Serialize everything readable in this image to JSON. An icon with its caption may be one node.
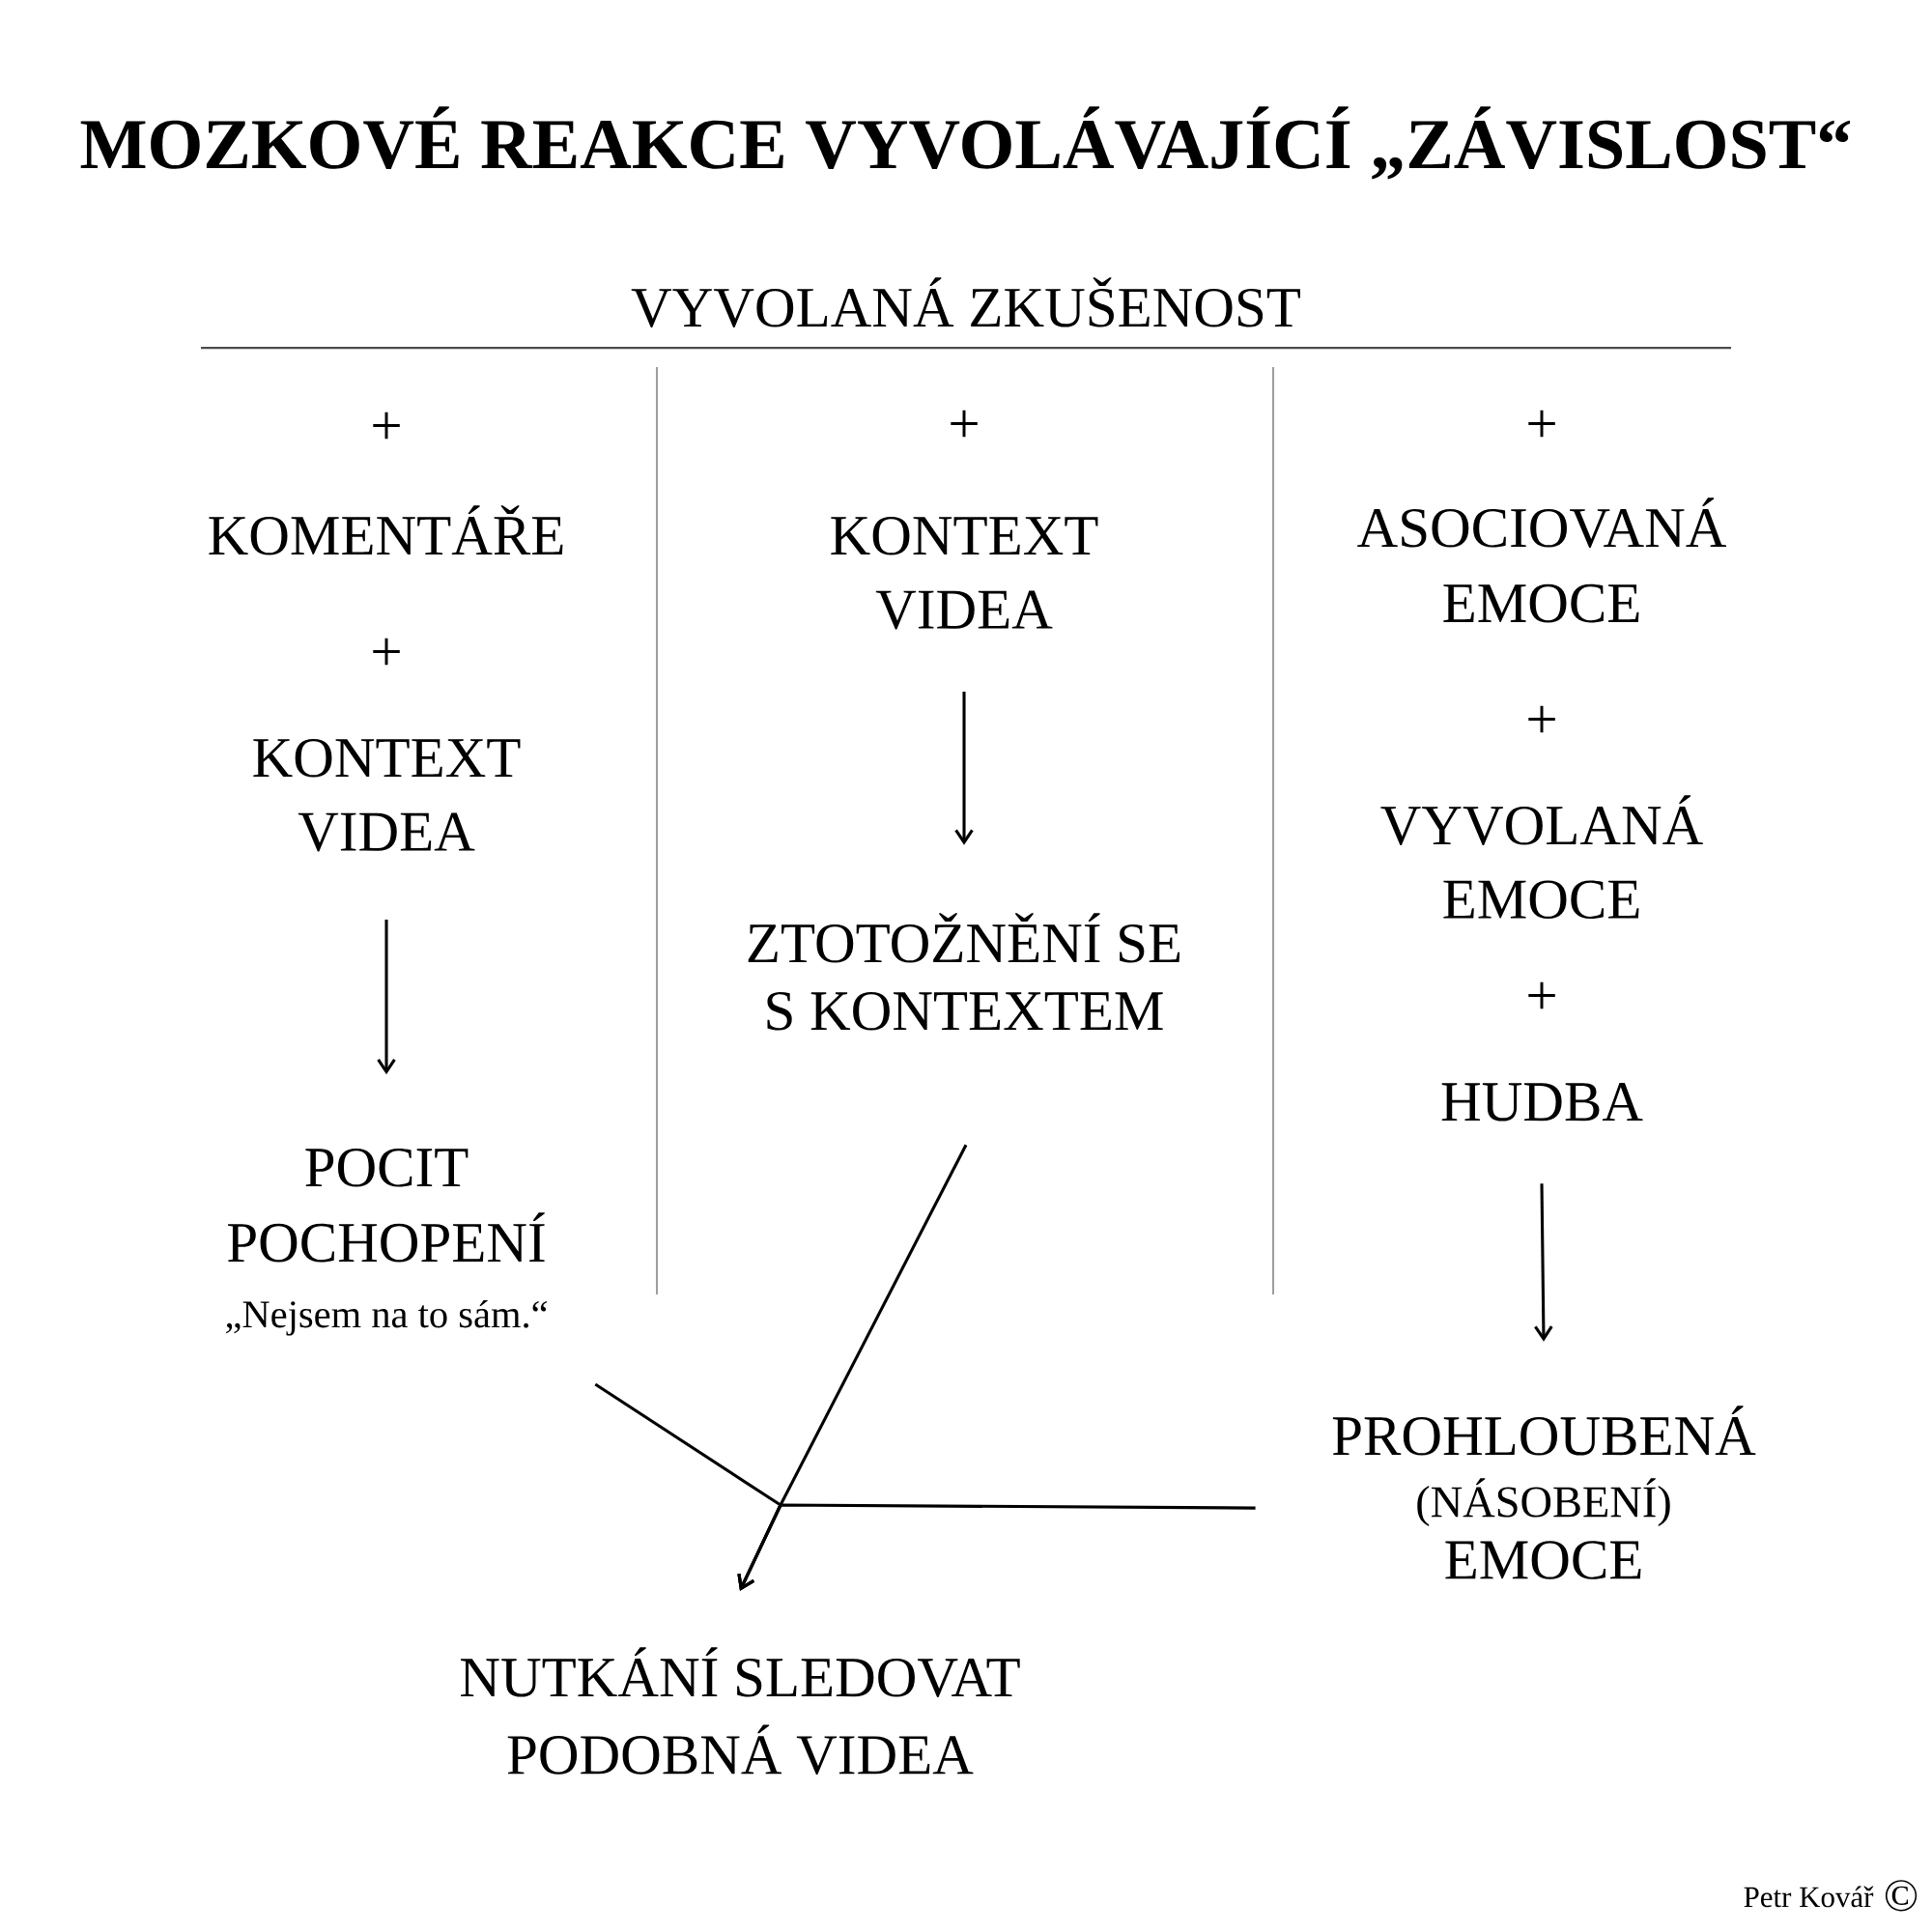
{
  "diagram": {
    "title": "MOZKOVÉ REAKCE VYVOLÁVAJÍCÍ „ZÁVISLOST“",
    "nodes": [
      {
        "text": [
          "KONTEXT VIDEA"
        ]
      },
      {
        "text": [
          "POCIT POCHOPENÍ"
        ],
        "beside": [
          "„Nejsem na to sám.“"
        ]
      },
      {
        "text": [
          "KONTEXT VIDEA"
        ]
      },
      {
        "text": [
          "ZTOTOŽNĚNÍ SE S KONTEXTEM"
        ]
      },
      {
        "text": [
          "HUDBA"
        ]
      },
      {
        "text": [
          "PROHLOUBENÁ",
          "(NÁSOBENÍ)",
          "EMOCE"
        ]
      },
      {
        "text": [
          "NUTKÁNÍ SLEDOVAT PODOBNÁ VIDEA"
        ]
      }
    ],
    "edges": [
      {
        "from": 0,
        "to": 1,
        "arrow": "to"
      },
      {
        "from": 2,
        "to": 3,
        "arrow": "to"
      },
      {
        "from": 4,
        "to": 5,
        "arrow": "to"
      },
      {
        "from": 1,
        "to": 6,
        "arrow": "to"
      },
      {
        "from": 3,
        "to": 6,
        "arrow": "to"
      },
      {
        "from": 5,
        "to": 6,
        "arrow": "to"
      }
    ],
    "labels": [
      "VYVOLANÁ ZKUŠENOST",
      "+",
      "KOMENTÁŘE",
      "+",
      "+",
      "+",
      "ASOCIOVANÁ EMOCE",
      "+",
      "VYVOLANÁ EMOCE",
      "+",
      "Petr Kovář",
      "©"
    ]
  }
}
